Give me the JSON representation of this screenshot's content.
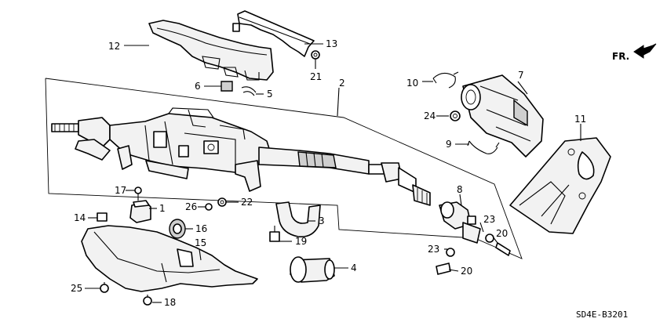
{
  "diagram": {
    "front_marker": "FR.",
    "drawing_code": "SD4E-B3201",
    "callouts": [
      "12",
      "13",
      "21",
      "6",
      "5",
      "2",
      "10",
      "7",
      "24",
      "9",
      "11",
      "17",
      "1",
      "26",
      "22",
      "14",
      "16",
      "3",
      "8",
      "23",
      "20",
      "15",
      "19",
      "4",
      "23",
      "20",
      "25",
      "18"
    ]
  }
}
